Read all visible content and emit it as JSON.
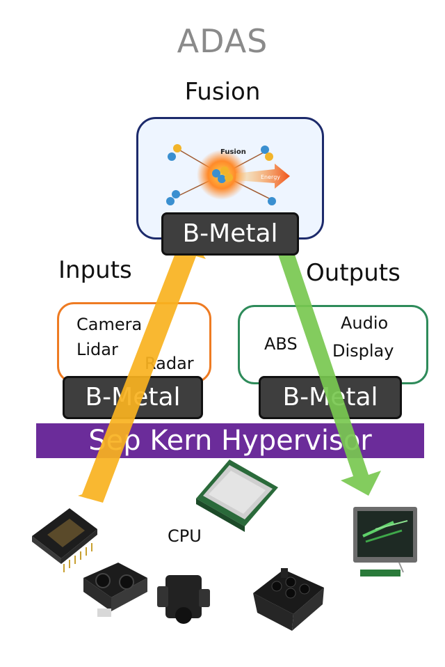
{
  "diagram": {
    "title": "ADAS",
    "fusion": {
      "label": "Fusion",
      "graphic_caption": "Fusion",
      "graphic_energy": "Energy"
    },
    "bare_metal_label": "B-Metal",
    "inputs": {
      "label": "Inputs",
      "items": [
        "Camera",
        "Lidar",
        "Radar"
      ]
    },
    "outputs": {
      "label": "Outputs",
      "items": [
        "ABS",
        "Audio",
        "Display"
      ]
    },
    "hypervisor": "Sep Kern Hypervisor",
    "hardware": {
      "cpu_label": "CPU"
    },
    "colors": {
      "inputs_border": "#ee7b22",
      "outputs_border": "#2e8b5a",
      "fusion_border": "#1c2a6b",
      "hypervisor": "#6b2c9a",
      "input_arrow": "#f8b220",
      "output_arrow": "#78c850"
    }
  }
}
